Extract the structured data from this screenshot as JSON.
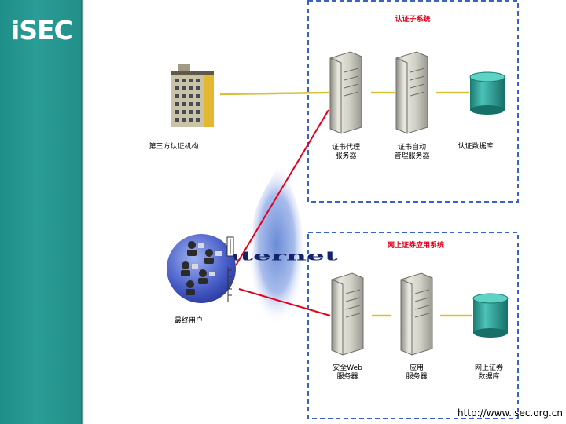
{
  "brand": {
    "logo_text": "iSEC"
  },
  "auth_subsystem": {
    "title": "认证子系统",
    "nodes": [
      {
        "label": "证书代理\n服务器"
      },
      {
        "label": "证书自动\n管理服务器"
      },
      {
        "label": "认证数据库"
      }
    ]
  },
  "third_party": {
    "label": "第三方认证机构"
  },
  "internet": {
    "label": "Internet"
  },
  "end_user": {
    "label": "最终用户"
  },
  "app_system": {
    "title": "网上证券应用系统",
    "nodes": [
      {
        "label": "安全Web\n服务器"
      },
      {
        "label": "应用\n服务器"
      },
      {
        "label": "网上证券\n数据库"
      }
    ]
  },
  "footer": {
    "url": "http://www.isec.org.cn"
  },
  "colors": {
    "sidebar": "#2a9d96",
    "box_border": "#3b62c8",
    "red_link": "#e3001b",
    "yellow_link": "#d8c23a",
    "database": "#27a39a"
  }
}
